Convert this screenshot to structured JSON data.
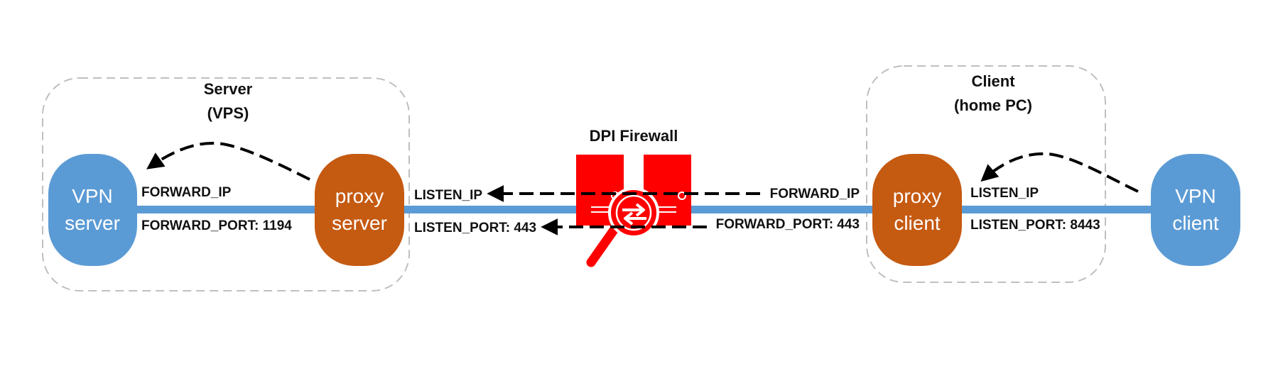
{
  "colors": {
    "vpn_node": "#5b9bd5",
    "proxy_node": "#c55a11",
    "link": "#5b9bd5",
    "firewall": "#ff0000",
    "group_border": "#bfbfbf",
    "arrow": "#000000"
  },
  "groups": {
    "server": {
      "title_line1": "Server",
      "title_line2": "(VPS)"
    },
    "client": {
      "title_line1": "Client",
      "title_line2": "(home PC)"
    }
  },
  "nodes": {
    "vpn_server": {
      "line1": "VPN",
      "line2": "server"
    },
    "proxy_server": {
      "line1": "proxy",
      "line2": "server"
    },
    "proxy_client": {
      "line1": "proxy",
      "line2": "client"
    },
    "vpn_client": {
      "line1": "VPN",
      "line2": "client"
    }
  },
  "firewall": {
    "title": "DPI Firewall",
    "icon": "firewall-inspection-icon"
  },
  "labels": {
    "server_forward_ip": "FORWARD_IP",
    "server_forward_port": "FORWARD_PORT: 1194",
    "server_listen_ip": "LISTEN_IP",
    "server_listen_port": "LISTEN_PORT: 443",
    "client_forward_ip": "FORWARD_IP",
    "client_forward_port": "FORWARD_PORT: 443",
    "client_listen_ip": "LISTEN_IP",
    "client_listen_port": "LISTEN_PORT: 8443"
  }
}
